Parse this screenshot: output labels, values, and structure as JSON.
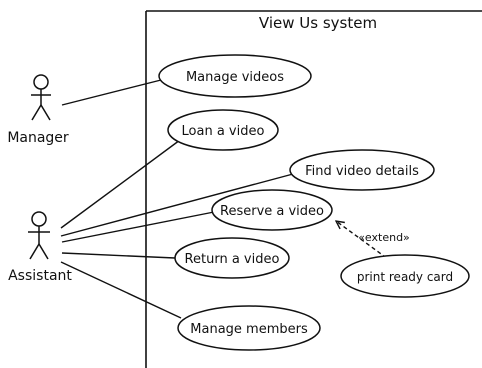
{
  "diagram": {
    "system_title": "View Us system",
    "actors": [
      {
        "id": "manager",
        "label": "Manager"
      },
      {
        "id": "assistant",
        "label": "Assistant"
      }
    ],
    "use_cases": [
      {
        "id": "manage-videos",
        "label": "Manage videos"
      },
      {
        "id": "loan-a-video",
        "label": "Loan a video"
      },
      {
        "id": "find-video-details",
        "label": "Find video details"
      },
      {
        "id": "reserve-a-video",
        "label": "Reserve a video"
      },
      {
        "id": "print-ready-card",
        "label": "print ready card"
      },
      {
        "id": "return-a-video",
        "label": "Return a video"
      },
      {
        "id": "manage-members",
        "label": "Manage members"
      }
    ],
    "associations": [
      [
        "manager",
        "manage-videos"
      ],
      [
        "assistant",
        "loan-a-video"
      ],
      [
        "assistant",
        "find-video-details"
      ],
      [
        "assistant",
        "reserve-a-video"
      ],
      [
        "assistant",
        "return-a-video"
      ],
      [
        "assistant",
        "manage-members"
      ]
    ],
    "extend_relation": {
      "from": "print-ready-card",
      "to": "reserve-a-video",
      "label": "«extend»"
    }
  }
}
